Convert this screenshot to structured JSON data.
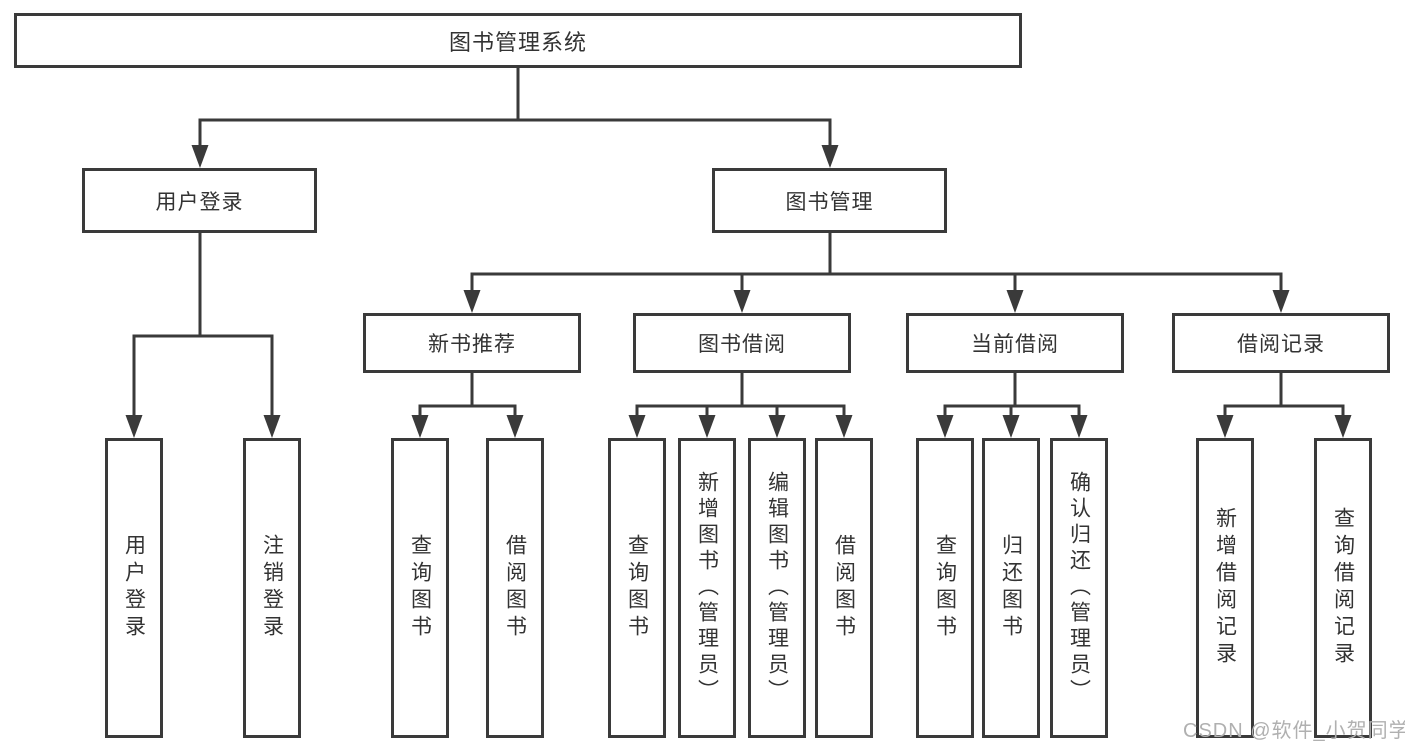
{
  "diagram": {
    "root": {
      "label": "图书管理系统"
    },
    "user_login": {
      "label": "用户登录",
      "children": [
        {
          "label": "用户登录"
        },
        {
          "label": "注销登录"
        }
      ]
    },
    "book_mgmt": {
      "label": "图书管理",
      "sections": [
        {
          "label": "新书推荐",
          "children": [
            {
              "label": "查询图书"
            },
            {
              "label": "借阅图书"
            }
          ]
        },
        {
          "label": "图书借阅",
          "children": [
            {
              "label": "查询图书"
            },
            {
              "label": "新增图书（管理员）"
            },
            {
              "label": "编辑图书（管理员）"
            },
            {
              "label": "借阅图书"
            }
          ]
        },
        {
          "label": "当前借阅",
          "children": [
            {
              "label": "查询图书"
            },
            {
              "label": "归还图书"
            },
            {
              "label": "确认归还（管理员）"
            }
          ]
        },
        {
          "label": "借阅记录",
          "children": [
            {
              "label": "新增借阅记录"
            },
            {
              "label": "查询借阅记录"
            }
          ]
        }
      ]
    },
    "watermark": "CSDN @软件_小贺同学",
    "colors": {
      "line": "#3a3a3a",
      "text": "#333333",
      "background": "#ffffff",
      "watermark": "#b0b0b0"
    }
  }
}
